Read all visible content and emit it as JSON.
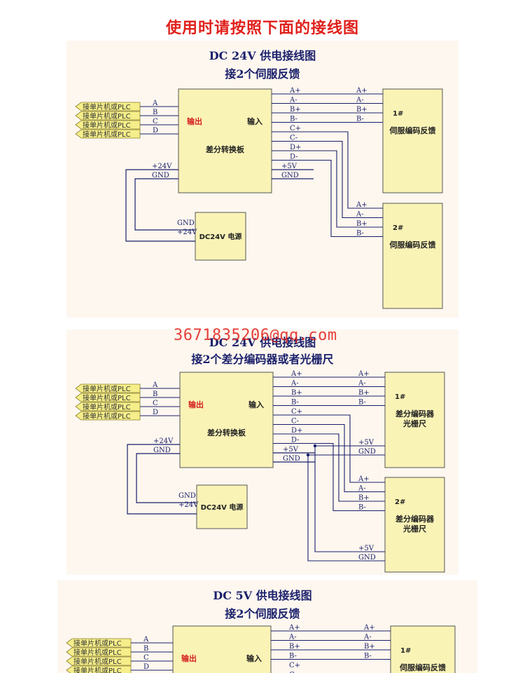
{
  "header": {
    "title": "使用时请按照下面的接线图"
  },
  "watermark": "3671835206@qq.com",
  "labels": {
    "mcu": "接单片机或PLC",
    "in_pins": [
      "A",
      "B",
      "C",
      "D"
    ],
    "out_label": "输出",
    "in_label": "输入",
    "converter": "差分转换板",
    "power_24v": "DC24V 电源",
    "plus24": "+24V",
    "gnd": "GND",
    "plus5": "+5V",
    "diff_pins": [
      "A+",
      "A-",
      "B+",
      "B-",
      "C+",
      "C-",
      "D+",
      "D-"
    ],
    "ab_pins": [
      "A+",
      "A-",
      "B+",
      "B-"
    ]
  },
  "sections": [
    {
      "title": "DC 24V 供电接线图",
      "subtitle": "接2个伺服反馈",
      "box1_num": "1#",
      "box1_text1": "伺服编码反馈",
      "box1_text2": "",
      "box2_num": "2#",
      "box2_text1": "伺服编码反馈",
      "box2_text2": ""
    },
    {
      "title": "DC 24V 供电接线图",
      "subtitle": "接2个差分编码器或者光栅尺",
      "box1_num": "1#",
      "box1_text1": "差分编码器",
      "box1_text2": "光栅尺",
      "box2_num": "2#",
      "box2_text1": "差分编码器",
      "box2_text2": "光栅尺"
    },
    {
      "title": "DC 5V 供电接线图",
      "subtitle": "接2个伺服反馈",
      "box1_num": "1#",
      "box1_text1": "伺服编码反馈",
      "box1_text2": ""
    }
  ]
}
